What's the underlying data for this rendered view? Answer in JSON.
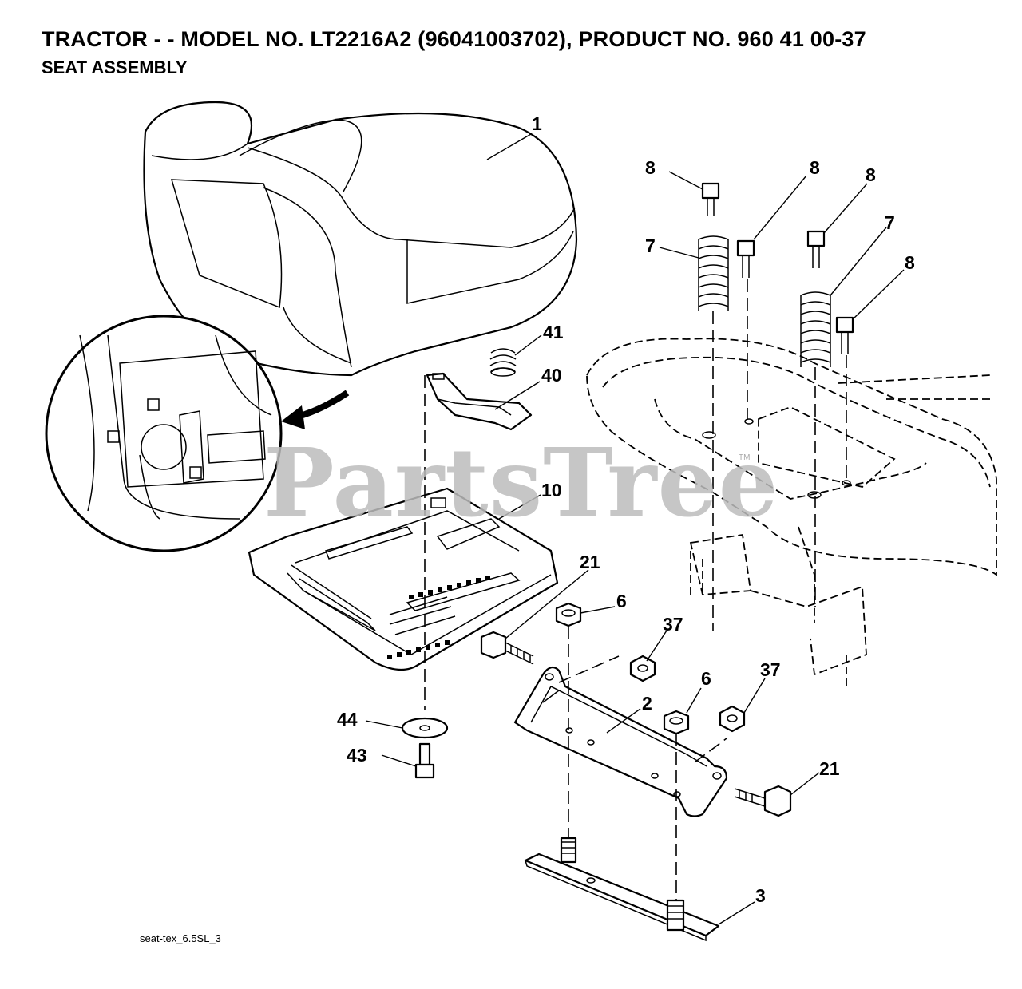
{
  "header": {
    "title": "TRACTOR - - MODEL NO. LT2216A2 (96041003702), PRODUCT NO. 960 41 00-37",
    "subtitle": "SEAT ASSEMBLY"
  },
  "watermark": "PartsTree",
  "trademark": "TM",
  "footer": "seat-tex_6.5SL_3",
  "callouts": {
    "c1": "1",
    "c8a": "8",
    "c8b": "8",
    "c8c": "8",
    "c8d": "8",
    "c7a": "7",
    "c7b": "7",
    "c41": "41",
    "c40": "40",
    "c10": "10",
    "c21a": "21",
    "c6a": "6",
    "c37a": "37",
    "c6b": "6",
    "c37b": "37",
    "c2": "2",
    "c44": "44",
    "c43": "43",
    "c21b": "21",
    "c3": "3"
  }
}
